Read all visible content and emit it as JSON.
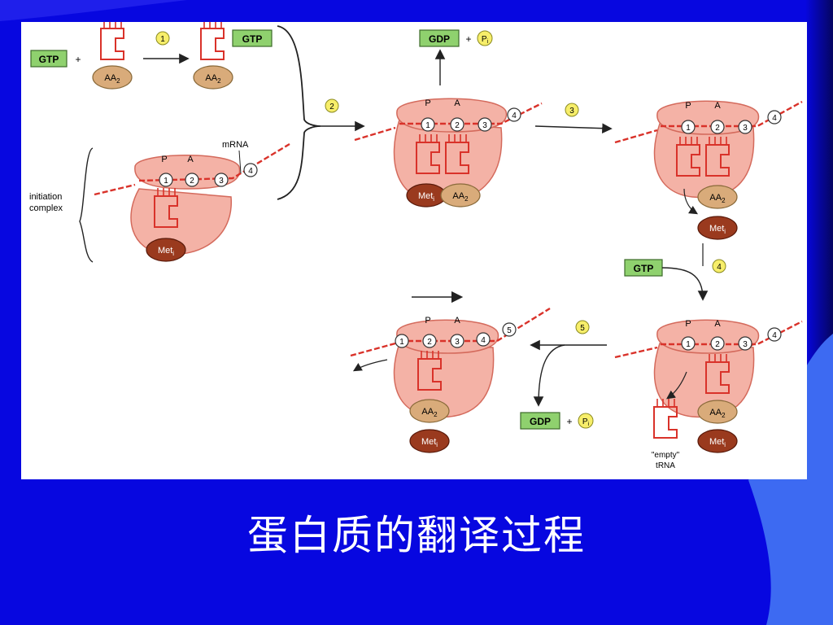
{
  "slide": {
    "title": "蛋白质的翻译过程",
    "colors": {
      "background": "#0707e0",
      "accent_light": "#3d6af2",
      "ribosome_fill": "#f4b2a6",
      "ribosome_stroke": "#d46a5c",
      "mrna": "#d9322a",
      "factor_box": "#8fd16e",
      "amino_acid": "#d9ab7a",
      "met": "#9a3a1e"
    }
  },
  "diagram": {
    "step_labels": [
      "1",
      "2",
      "3",
      "4",
      "5"
    ],
    "gtp_label": "GTP",
    "gdp_label": "GDP",
    "phosphate_label": "P",
    "phosphate_sub": "i",
    "plus_sign": "+",
    "aa2_label": "AA",
    "aa2_sub": "2",
    "met_label": "Met",
    "met_sub": "i",
    "p_site": "P",
    "a_site": "A",
    "codons": [
      "1",
      "2",
      "3",
      "4",
      "5"
    ],
    "mrna_label": "mRNA",
    "initiation_complex_line1": "initiation",
    "initiation_complex_line2": "complex",
    "empty_trna_line1": "\"empty\"",
    "empty_trna_line2": "tRNA"
  }
}
